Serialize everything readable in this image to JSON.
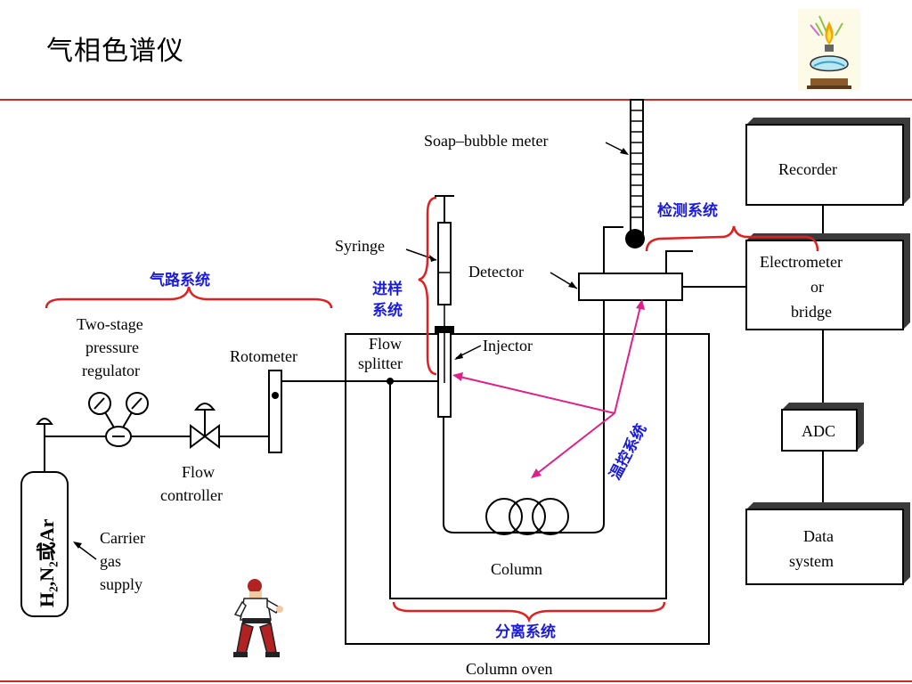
{
  "slide": {
    "title": "气相色谱仪"
  },
  "labels": {
    "soap_bubble_meter": "Soap–bubble meter",
    "syringe": "Syringe",
    "detector": "Detector",
    "injector": "Injector",
    "flow_splitter_1": "Flow",
    "flow_splitter_2": "splitter",
    "rotometer": "Rotometer",
    "regulator_1": "Two-stage",
    "regulator_2": "pressure",
    "regulator_3": "regulator",
    "flow_controller_1": "Flow",
    "flow_controller_2": "controller",
    "carrier_1": "Carrier",
    "carrier_2": "gas",
    "carrier_3": "supply",
    "cylinder_gas": "H₂,N₂或Ar",
    "column": "Column",
    "column_oven": "Column oven",
    "recorder": "Recorder",
    "electrometer_1": "Electrometer",
    "electrometer_2": "or",
    "electrometer_3": "bridge",
    "adc": "ADC",
    "data_system_1": "Data",
    "data_system_2": "system"
  },
  "subsystems": {
    "gas_path": "气路系统",
    "injection_1": "进样",
    "injection_2": "系统",
    "detection": "检测系统",
    "temperature_control": "温控系统",
    "separation": "分离系统"
  },
  "colors": {
    "rule": "#cc2a2a",
    "subsystem_text": "#1a1adb",
    "brace": "#e02020",
    "arrow": "#e0208a"
  },
  "icons": {
    "logo": "alcohol-lamp-icon",
    "mascot": "fighter-character-icon"
  }
}
